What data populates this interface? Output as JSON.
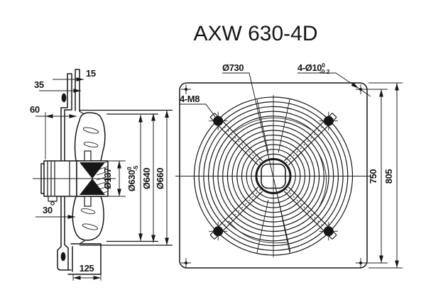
{
  "title": "AXW 630-4D",
  "side_view": {
    "dim_flange_lip": "15",
    "dim_flange": "35",
    "dim_motor_depth": "60",
    "dim_blade_gap": "30",
    "dim_housing_depth": "125",
    "dim_hub": "Ø137",
    "dim_fan": {
      "main": "Ø630",
      "sup": "0",
      "sub": "-5"
    },
    "dim_ring_inner": "Ø640",
    "dim_ring_outer": "Ø660"
  },
  "front_view": {
    "dim_grille": "Ø730",
    "mount_thread": "4-M8",
    "mount_holes": {
      "main": "4-Ø10",
      "sup": "0",
      "sub": "-0.2"
    },
    "dim_hole_spacing": "750",
    "dim_plate_height": "805"
  }
}
